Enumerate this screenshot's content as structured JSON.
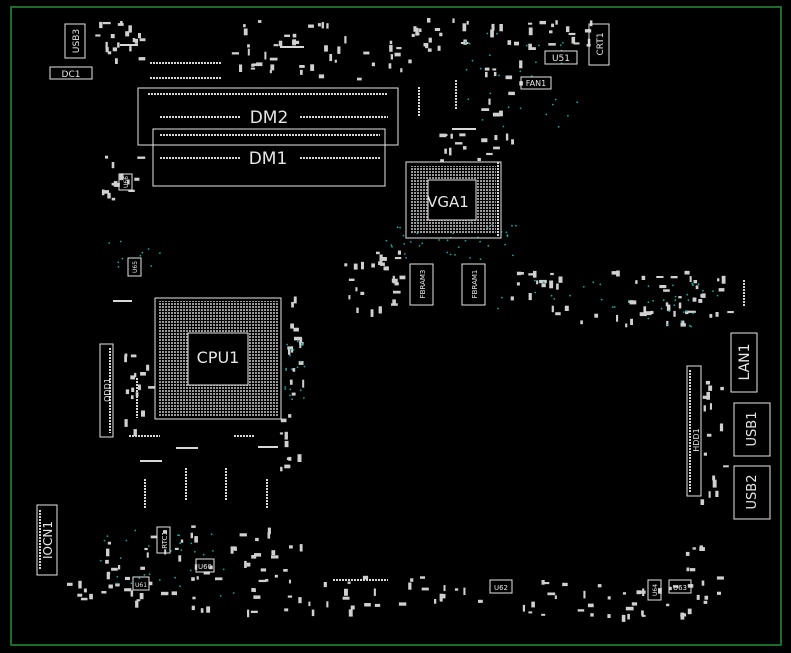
{
  "colors": {
    "background": "#000000",
    "board_outline": "#1f6b2a",
    "silkscreen": "#e6e6e6",
    "pad": "#d8d8d8",
    "via": "#1aa39a"
  },
  "board": {
    "labels": {
      "dm2": "DM2",
      "dm1": "DM1",
      "vga1": "VGA1",
      "cpu1": "CPU1",
      "usb3": "USB3",
      "dc1": "DC1",
      "u51": "U51",
      "crt1": "CRT1",
      "fan1": "FAN1",
      "fbram3": "FBRAM3",
      "fbram1": "FBRAM1",
      "lan1": "LAN1",
      "usb1": "USB1",
      "usb2": "USB2",
      "hdd1": "HDD1",
      "odd1": "ODD1",
      "iocn1": "IOCN1",
      "rtc1": "RTC1",
      "u60": "U60",
      "u61": "U61",
      "u62": "U62",
      "u63": "U63",
      "u64": "U64",
      "u65": "U65",
      "u66": "U66"
    }
  }
}
